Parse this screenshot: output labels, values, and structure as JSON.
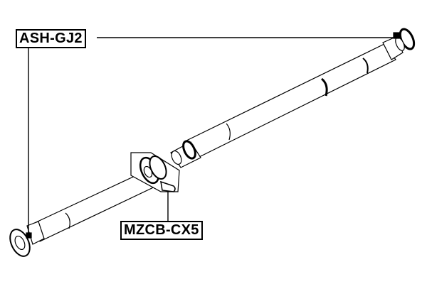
{
  "diagram": {
    "subject": "propeller / drive shaft assembly",
    "callouts": [
      {
        "id": "part-1",
        "label": "ASH-GJ2",
        "points_to": [
          "front-cv-joint",
          "rear-cv-joint"
        ]
      },
      {
        "id": "part-2",
        "label": "MZCB-CX5",
        "points_to": [
          "center-support-bearing"
        ]
      }
    ],
    "colors": {
      "line": "#000000",
      "background": "#ffffff",
      "fill": "#ffffff"
    }
  }
}
